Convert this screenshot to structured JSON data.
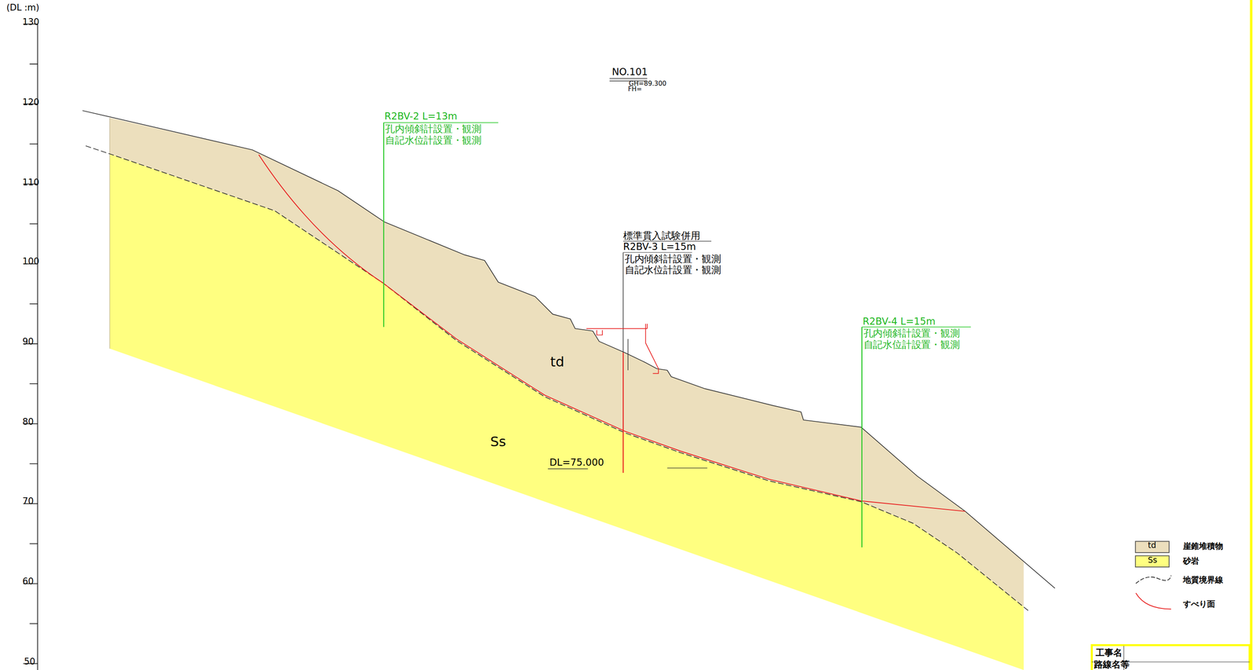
{
  "diagram": {
    "labels": [
      "(DL :m)",
      "130",
      "120",
      "110",
      "100",
      "90",
      "80",
      "70",
      "60",
      "50",
      "NO.101",
      "GH=89.300",
      "FH=",
      "R2BV-2 L=13m",
      "孔内傾斜計設置・観測",
      "自記水位計設置・観測",
      "標準貫入試験併用",
      "R2BV-3 L=15m",
      "孔内傾斜計設置・観測",
      "自記水位計設置・観測",
      "R2BV-4 L=15m",
      "孔内傾斜計設置・観測",
      "自記水位計設置・観測",
      "td",
      "Ss",
      "DL=75.000",
      "td",
      "Ss",
      "工事名",
      "路線名等"
    ],
    "legend": [
      {
        "text": "崖錐堆積物",
        "color": "#ecdfbd"
      },
      {
        "text": "砂岩",
        "color": "#ffff80"
      },
      {
        "text": "地質境界線"
      },
      {
        "text": "すべり面"
      }
    ]
  }
}
